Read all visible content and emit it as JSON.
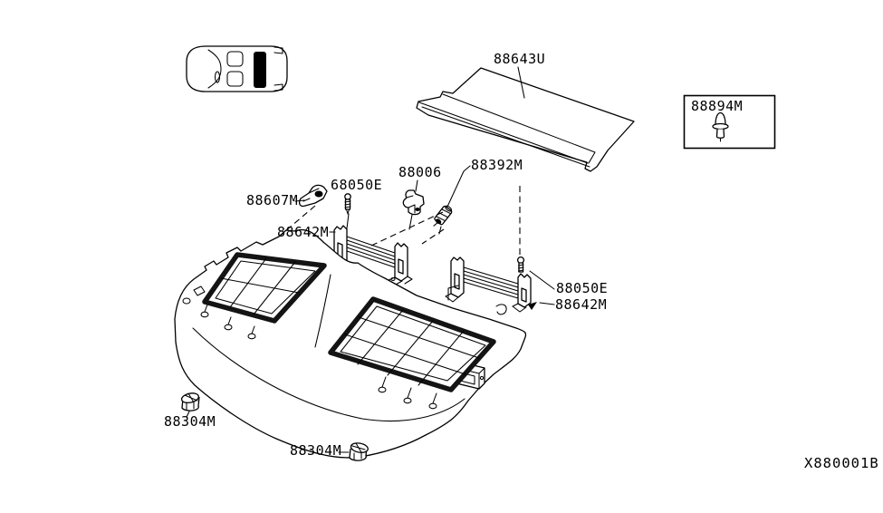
{
  "diagram": {
    "type": "parts-diagram",
    "colors": {
      "line": "#000000",
      "background": "#ffffff"
    },
    "icons": {
      "vehicle_inset": "car-top-view-rear-area-highlighted",
      "inset_fastener": "push-pin-clip",
      "grommet": "grommet-plug"
    },
    "labels": {
      "shelf": "88643U",
      "inset": "88894M",
      "hinge": "88607M",
      "screw_left": "68050E",
      "hook": "88006",
      "clip": "88392M",
      "rail_left": "88642M",
      "screw_right": "88050E",
      "rail_right": "88642M",
      "grommet_left": "88304M",
      "grommet_bottom": "88304M",
      "code": "X880001B"
    }
  }
}
